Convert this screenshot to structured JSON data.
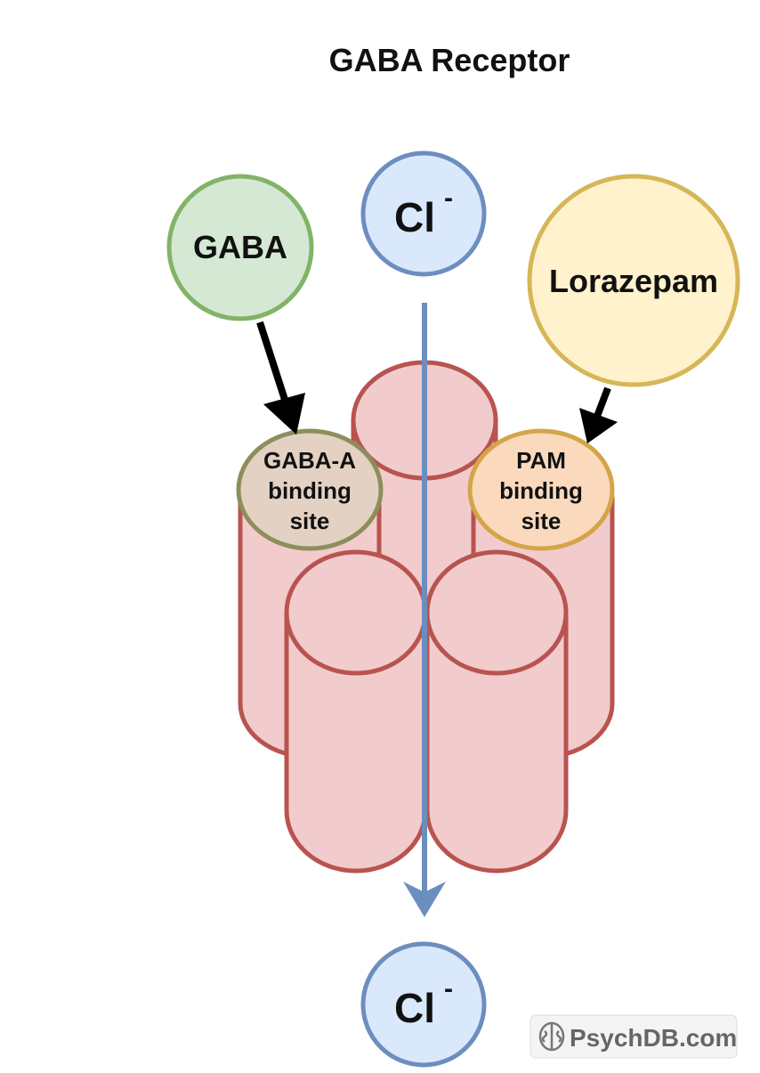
{
  "diagram": {
    "title": "GABA Receptor",
    "ion_top": {
      "symbol": "Cl",
      "charge": "-"
    },
    "ion_bottom": {
      "symbol": "Cl",
      "charge": "-"
    },
    "ligand_gaba": "GABA",
    "ligand_lorazepam": "Lorazepam",
    "site_gaba_a": {
      "line1": "GABA-A",
      "line2": "binding",
      "line3": "site"
    },
    "site_pam": {
      "line1": "PAM",
      "line2": "binding",
      "line3": "site"
    },
    "watermark": "PsychDB.com"
  },
  "colors": {
    "cylinder_fill": "#f2cccc",
    "cylinder_stroke": "#b85450",
    "ion_fill": "#dae8fc",
    "ion_stroke": "#6c8ebf",
    "gaba_fill": "#d5e8d4",
    "gaba_stroke": "#82b366",
    "lorazepam_fill": "#fff2cc",
    "lorazepam_stroke": "#d6b656",
    "gaba_site_fill": "#e3d2c3",
    "gaba_site_stroke": "#8d8e5c",
    "pam_site_fill": "#fbd9bd",
    "pam_site_stroke": "#d4a548",
    "channel_arrow": "#6c8ebf"
  }
}
